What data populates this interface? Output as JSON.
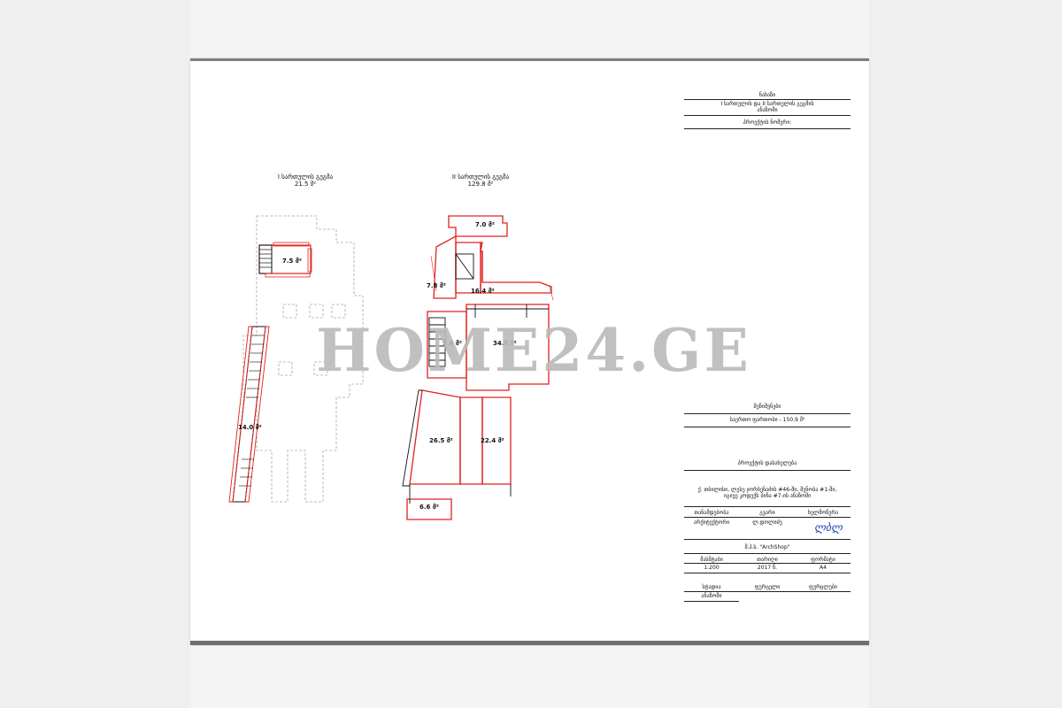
{
  "floor1": {
    "title": "I სართულის გეგმა",
    "total": "21.5 მ²",
    "rooms": [
      "7.5 მ²",
      "14.0 მ²"
    ]
  },
  "floor2": {
    "title": "II სართულის გეგმა",
    "total": "129.8 მ²",
    "rooms": [
      "7.0 მ²",
      "7.8 მ²",
      "16.4 მ²",
      "9.6 მ²",
      "34.8 მ²",
      "26.5 მ²",
      "22.4 მ²",
      "6.6 მ²"
    ]
  },
  "title_block": {
    "sheet_name": "ნახაზი",
    "sheet_desc": "I სართულის და II სართულის გეგმის",
    "sheet_desc2": "ანაზომი",
    "project_no_label": "პროექტის ნომერი:",
    "notes_label": "შენიშვნები",
    "total_area": "საერთო ფართობი - 150.9 მ²",
    "project_name_label": "პროექტის დასახელება",
    "address_line1": "ქ. თბილისი, ლესე ჯორბენაძის #46-ში, შენობა #1-ში,",
    "address_line2": "იგივე კოდექს ბინა #7-ის ანაზომი",
    "role_header": "თანამდებობა",
    "name_header": "გვარი",
    "sign_header": "ხელმოწერა",
    "role_value": "არქიტექტორი",
    "name_value": "ლ.დოლიძე",
    "signature": "ლბლ",
    "company": "შ.პ.ს. \"ArchShop\"",
    "scale_header": "მასშტაბი",
    "date_header": "თარიღი",
    "format_header": "ფორმატი",
    "scale_value": "1:200",
    "date_value": "2017 წ.",
    "format_value": "A4",
    "stage_header": "სტადია",
    "sheet_header": "ფურცელი",
    "sheets_header": "ფურცლები",
    "stage_value": "ანაზომი"
  },
  "watermark": "HOME24.GE",
  "colors": {
    "wall": "#e02020",
    "dashed": "#9a9a9a",
    "line": "#222222"
  }
}
